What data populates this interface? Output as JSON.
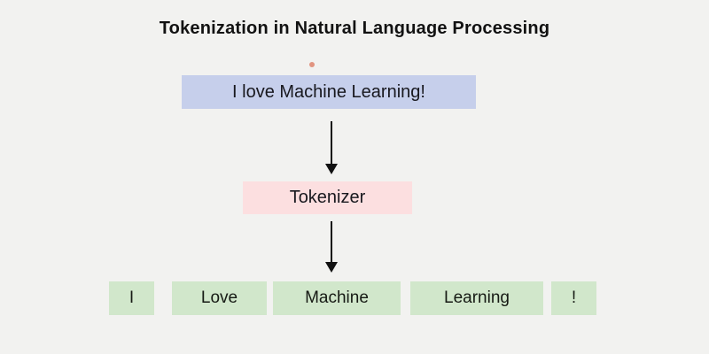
{
  "title": "Tokenization in Natural Language Processing",
  "diagram": {
    "input": {
      "label": "I love Machine Learning!"
    },
    "tokenizer": {
      "label": "Tokenizer"
    },
    "tokens": [
      {
        "label": "I"
      },
      {
        "label": "Love"
      },
      {
        "label": "Machine"
      },
      {
        "label": "Learning"
      },
      {
        "label": "!"
      }
    ],
    "arrows": [
      {
        "from": "input",
        "to": "tokenizer",
        "direction": "down"
      },
      {
        "from": "tokenizer",
        "to": "tokens",
        "direction": "down"
      }
    ]
  },
  "colors": {
    "background": "#f2f2f0",
    "input_box": "#c6cfeb",
    "tokenizer_box": "#fcdfe0",
    "token_box": "#d1e7cb",
    "arrow": "#111111",
    "title_text": "#121212",
    "box_text": "#18181e",
    "marker_dot": "#e19480"
  }
}
